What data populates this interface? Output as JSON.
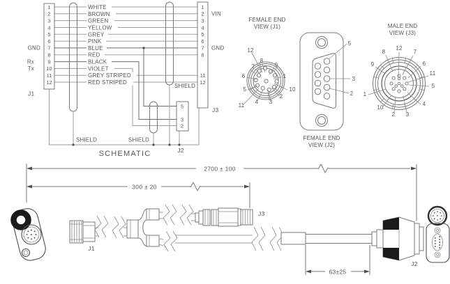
{
  "schematic": {
    "title": "SCHEMATIC",
    "left_connector": {
      "label": "J1",
      "pins": [
        "1",
        "2",
        "3",
        "4",
        "5",
        "6",
        "7",
        "8",
        "9",
        "10",
        "11",
        "12"
      ]
    },
    "right_connector": {
      "label": "J3",
      "pins": [
        "1",
        "2",
        "3",
        "4",
        "5",
        "6",
        "7",
        "8",
        "11",
        "12"
      ],
      "vin_label": "VIN",
      "gnd_label": "GND"
    },
    "db9_connector": {
      "label": "J2",
      "pins": [
        "5",
        "3",
        "2"
      ]
    },
    "signal_labels": {
      "gnd": "GND",
      "rx": "Rx",
      "tx": "Tx"
    },
    "wire_colors": [
      "WHITE",
      "BROWN",
      "GREEN",
      "YELLOW",
      "GREY",
      "PINK",
      "BLUE",
      "RED",
      "BLACK",
      "VIOLET",
      "GREY STRIPED",
      "RED STRIPED"
    ],
    "shield_labels": [
      "SHIELD",
      "SHIELD",
      "SHIELD"
    ]
  },
  "end_views": {
    "j1": {
      "title": [
        "FEMALE END",
        "VIEW (J1)"
      ],
      "pin_labels": [
        "12",
        "8",
        "9",
        "7",
        "6",
        "1",
        "5",
        "10",
        "11",
        "4",
        "3",
        "2"
      ]
    },
    "j2": {
      "title": [
        "FEMALE END",
        "VIEW (J2)"
      ],
      "pin_callouts": [
        "5",
        "3",
        "2"
      ]
    },
    "j3": {
      "title": [
        "MALE END",
        "VIEW (J3)"
      ],
      "pin_labels": [
        "12",
        "8",
        "7",
        "9",
        "6",
        "11",
        "5",
        "1",
        "4",
        "10",
        "2",
        "3"
      ]
    }
  },
  "cable_drawing": {
    "dim_overall": "2700 ± 100",
    "dim_j1_j3": "300 ± 20",
    "dim_j2": "63±25",
    "labels": {
      "j1": "J1",
      "j3": "J3",
      "j2": "J2"
    }
  }
}
